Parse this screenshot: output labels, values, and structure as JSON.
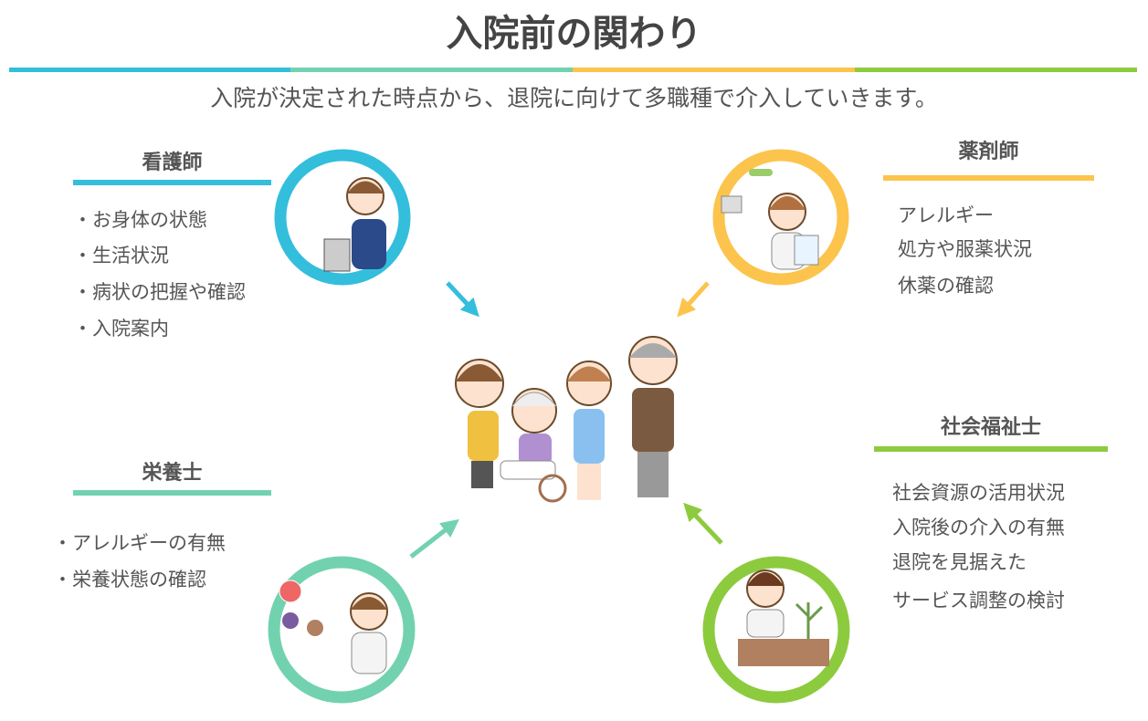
{
  "title": "入院前の関わり",
  "subtitle": "入院が決定された時点から、退院に向けて多職種で介入していきます。",
  "colors": {
    "blue": "#33bedc",
    "teal": "#72d2b0",
    "yellow": "#fcc44c",
    "green": "#8dcb3e"
  },
  "roles": {
    "nurse": {
      "label": "看護師",
      "items": [
        "・お身体の状態",
        "・生活状況",
        "・病状の把握や確認",
        "・入院案内"
      ]
    },
    "pharmacist": {
      "label": "薬剤師",
      "items": [
        "アレルギー",
        "処方や服薬状況",
        "休薬の確認"
      ]
    },
    "dietitian": {
      "label": "栄養士",
      "items": [
        "・アレルギーの有無",
        "・栄養状態の確認"
      ]
    },
    "social_worker": {
      "label": "社会福祉士",
      "items": [
        "社会資源の活用状況",
        "入院後の介入の有無",
        "退院を見据えた",
        "サービス調整の検討"
      ]
    }
  }
}
